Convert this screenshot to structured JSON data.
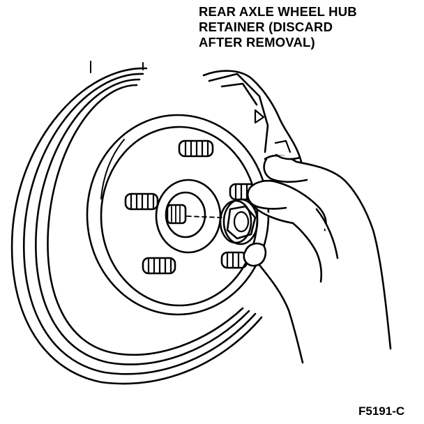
{
  "callout": {
    "lines": [
      "REAR AXLE WHEEL HUB",
      "RETAINER (DISCARD",
      "AFTER REMOVAL)"
    ]
  },
  "figure_id": "F5191-C"
}
